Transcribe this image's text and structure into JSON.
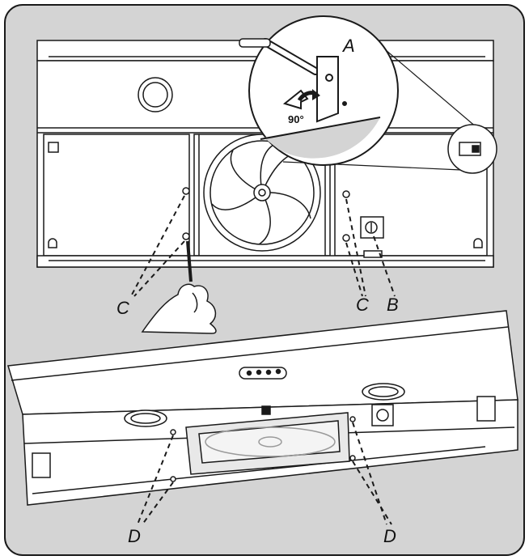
{
  "figure": {
    "labels": {
      "a": "A",
      "b": "B",
      "c_left": "C",
      "c_right": "C",
      "d_left": "D",
      "d_right": "D",
      "angle": "90°"
    },
    "colors": {
      "panel_background": "#d4d4d4",
      "line": "#1a1a1a",
      "surface": "#ffffff"
    }
  }
}
